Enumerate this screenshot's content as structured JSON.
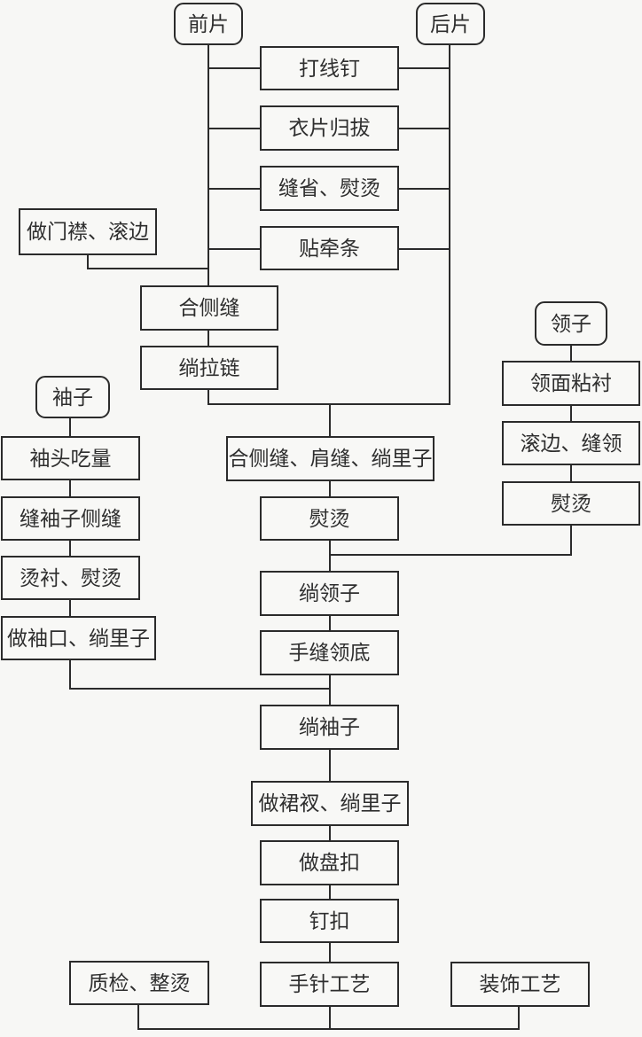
{
  "colors": {
    "line": "#2b2b2b",
    "background": "#f7f7f5",
    "box_fill": "#f8f8f6",
    "text": "#2e2e2e"
  },
  "nodes": {
    "front_panel": "前片",
    "back_panel": "后片",
    "thread_marking": "打线钉",
    "panel_shaping": "衣片归拔",
    "sew_darts_press": "缝省、熨烫",
    "stay_tape": "贴牵条",
    "placket_binding": "做门襟、滚边",
    "join_side_seam": "合侧缝",
    "attach_zipper": "绱拉链",
    "sleeve": "袖子",
    "sleeve_cap_ease": "袖头吃量",
    "sew_sleeve_seam": "缝袖子侧缝",
    "fuse_interlining_press": "烫衬、熨烫",
    "sleeve_cuff_lining": "做袖口、绱里子",
    "collar": "领子",
    "collar_interfacing": "领面粘衬",
    "collar_binding_sewing": "滚边、缝领",
    "collar_pressing": "熨烫",
    "join_seams_lining": "合侧缝、肩缝、绱里子",
    "pressing": "熨烫",
    "attach_collar": "绱领子",
    "hand_sew_collar_base": "手缝领底",
    "attach_sleeves": "绱袖子",
    "skirt_slit_lining": "做裙衩、绱里子",
    "make_frog_buttons": "做盘扣",
    "sew_buttons": "钉扣",
    "hand_stitching": "手针工艺",
    "quality_check_press": "质检、整烫",
    "decoration": "装饰工艺"
  }
}
